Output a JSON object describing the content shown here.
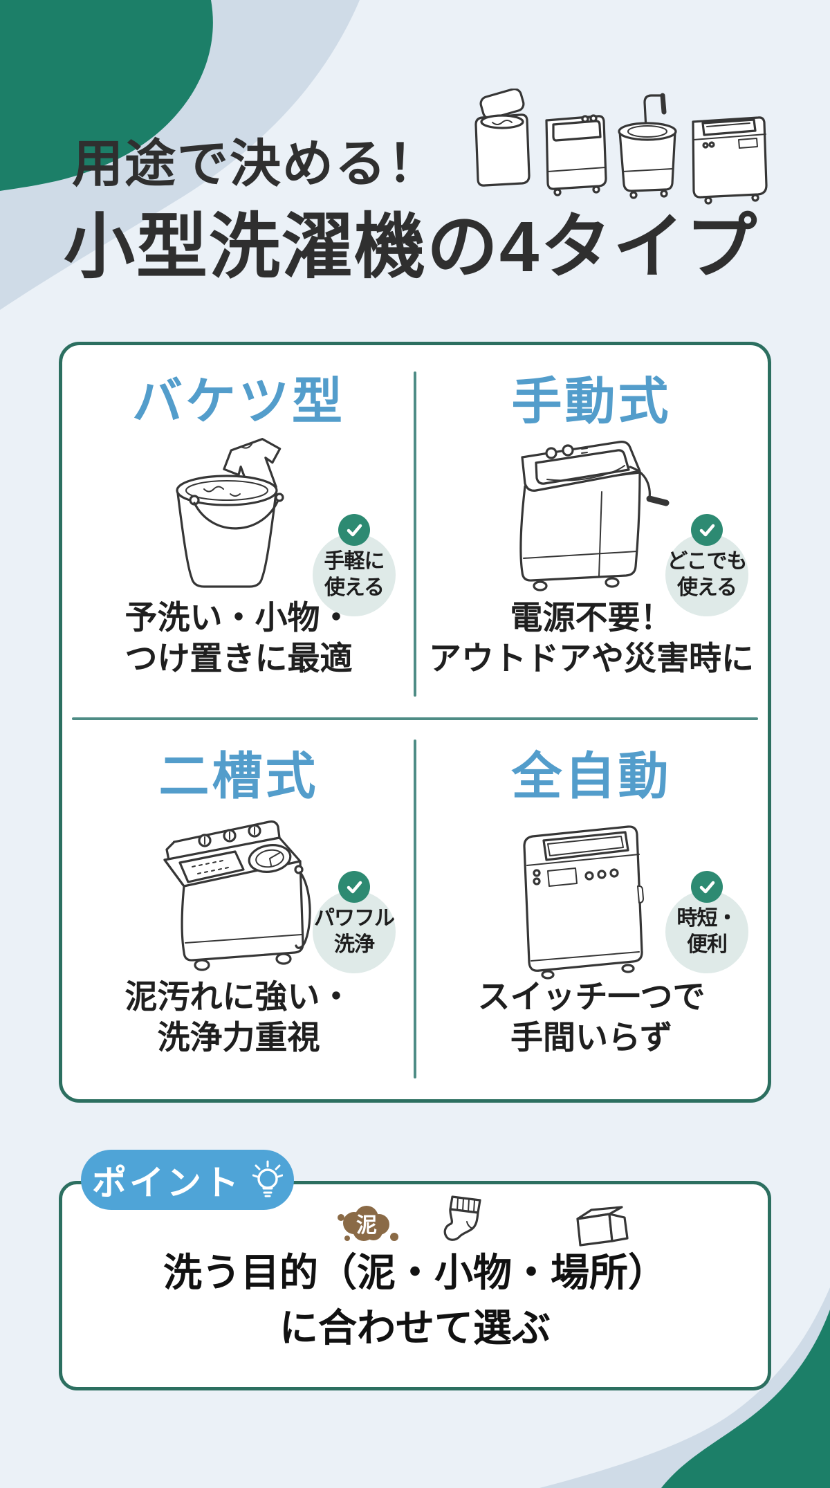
{
  "meta": {
    "type": "infographic",
    "language": "ja"
  },
  "colors": {
    "background": "#ebf1f7",
    "wave_green": "#1c7f68",
    "wave_gray_blue": "#cfdbe7",
    "card_bg": "#ffffff",
    "card_border": "#2c6f60",
    "divider_teal": "#4e8c85",
    "heading_blue": "#539dcb",
    "title_dark": "#2f2f2f",
    "badge_bg": "#dfeae8",
    "check_green": "#2d8a72",
    "pill_blue": "#4fa4d7",
    "mud_brown": "#8a6a46"
  },
  "header": {
    "title_line1": "用途で決める！",
    "title_line2": "小型洗濯機の4タイプ"
  },
  "icons": {
    "check_glyph": "✓",
    "strip": [
      "bucket-washer",
      "portable-washer",
      "hand-crank-washer",
      "full-auto-washer"
    ]
  },
  "quadrants": [
    {
      "heading": "バケツ型",
      "badge_line1": "手軽に",
      "badge_line2": "使える",
      "desc_line1": "予洗い・小物・",
      "desc_line2": "つけ置きに最適"
    },
    {
      "heading": "手動式",
      "badge_line1": "どこでも",
      "badge_line2": "使える",
      "desc_line1": "電源不要！",
      "desc_line2": "アウトドアや災害時に"
    },
    {
      "heading": "二槽式",
      "badge_line1": "パワフル",
      "badge_line2": "洗浄",
      "desc_line1": "泥汚れに強い・",
      "desc_line2": "洗浄力重視"
    },
    {
      "heading": "全自動",
      "badge_line1": "時短・",
      "badge_line2": "便利",
      "desc_line1": "スイッチ一つで",
      "desc_line2": "手間いらず"
    }
  ],
  "point": {
    "label": "ポイント",
    "mud_label": "泥",
    "text_line1": "洗う目的（泥・小物・場所）",
    "text_line2": "に合わせて選ぶ"
  }
}
